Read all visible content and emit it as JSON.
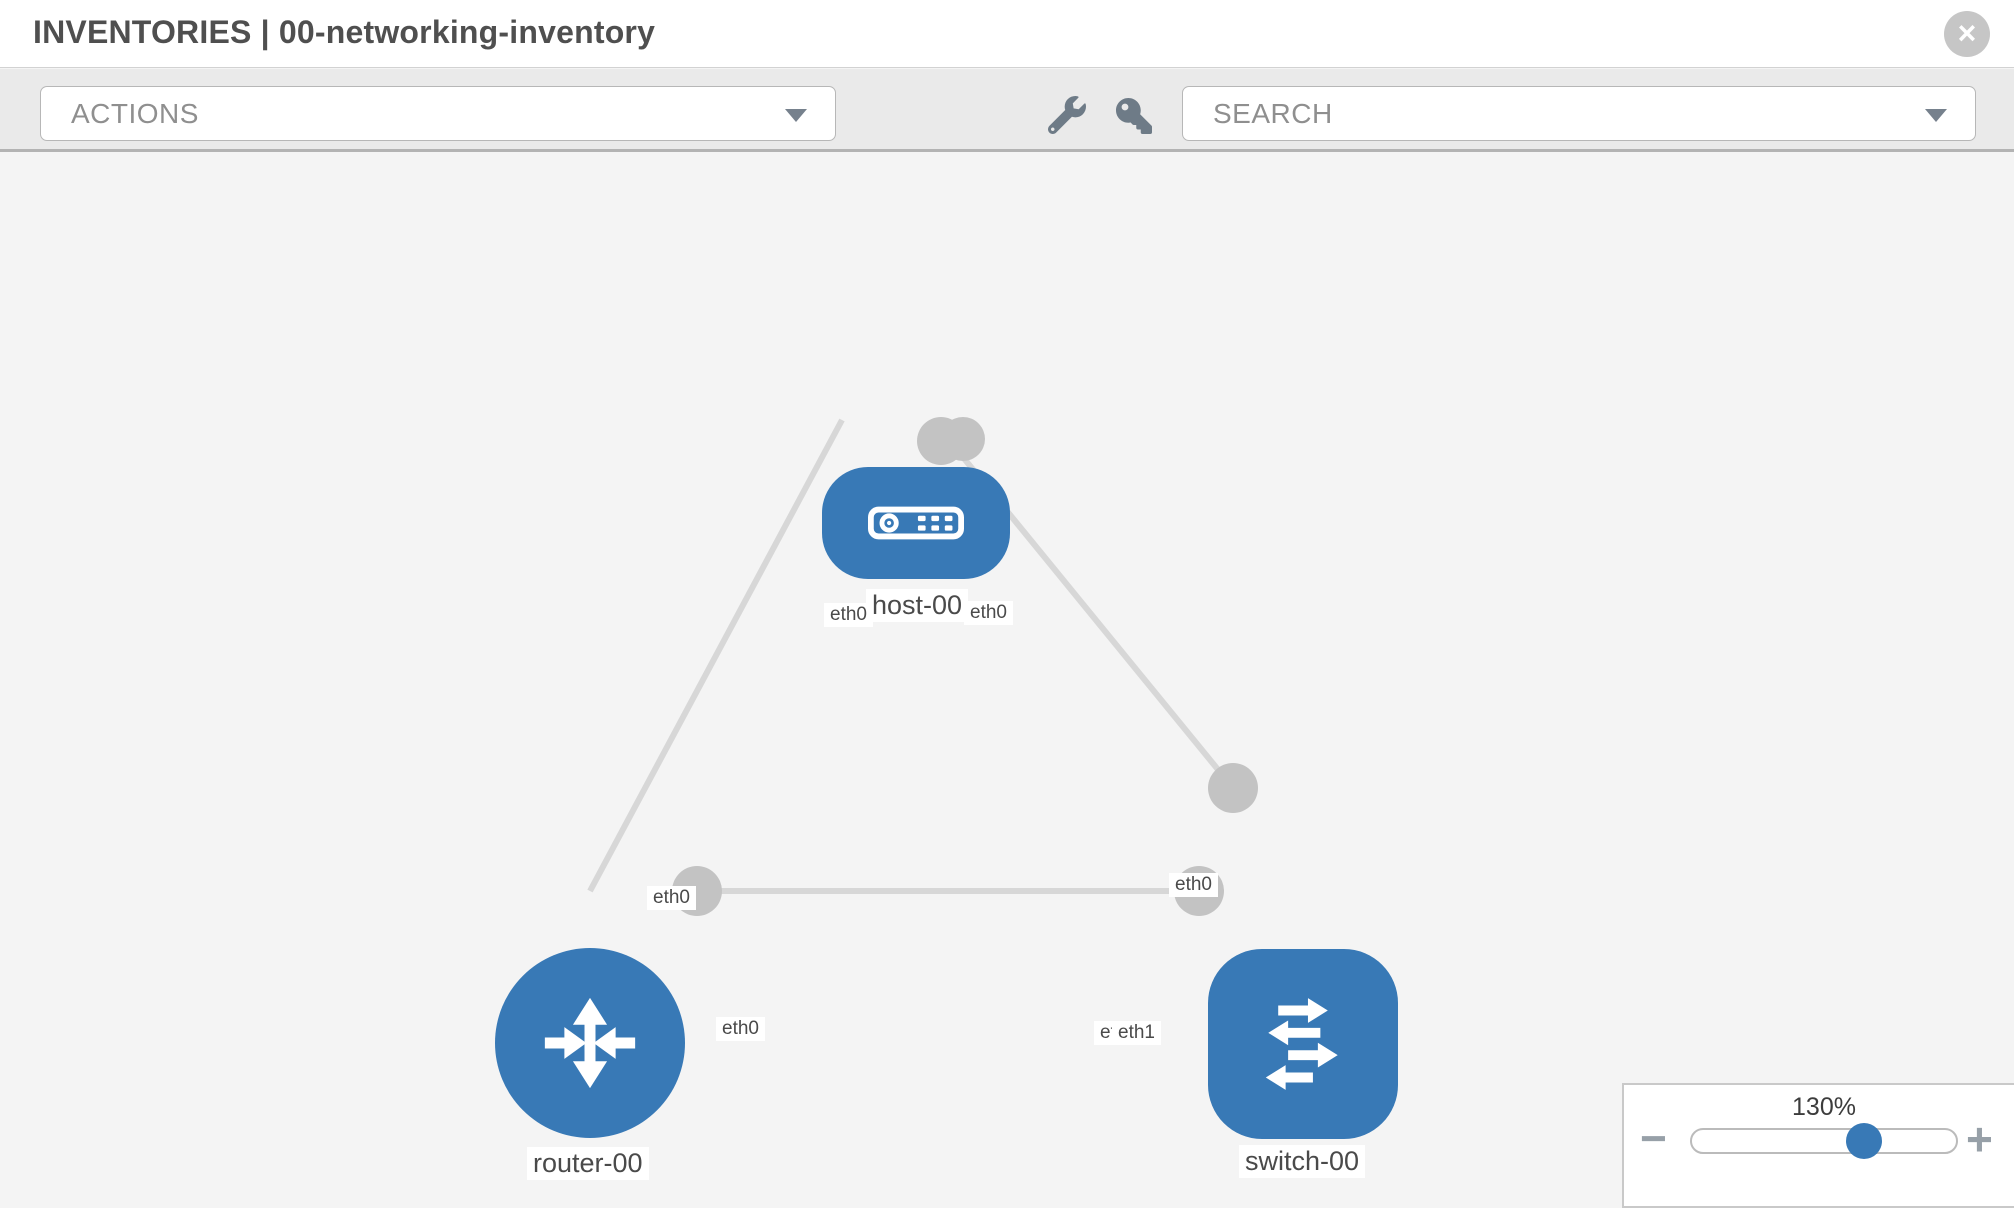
{
  "header": {
    "title": "INVENTORIES | 00-networking-inventory",
    "close_label": "×"
  },
  "toolbar": {
    "actions_label": "ACTIONS",
    "search_placeholder": "SEARCH"
  },
  "topology": {
    "nodes": [
      {
        "label": "host-00",
        "type": "host"
      },
      {
        "label": "router-00",
        "type": "router"
      },
      {
        "label": "switch-00",
        "type": "switch"
      }
    ],
    "links": [
      {
        "from": "router-00",
        "to": "host-00",
        "from_label": "eth0",
        "to_label": "eth0"
      },
      {
        "from": "host-00",
        "to": "switch-00",
        "from_label": "eth0",
        "to_label": "eth0"
      },
      {
        "from": "router-00",
        "to": "switch-00",
        "from_label": "eth0",
        "to_label": "eth1",
        "to_label_overlapped": "eth1"
      }
    ]
  },
  "zoom_control": {
    "level": "130%",
    "minus_label": "−",
    "plus_label": "+"
  },
  "colors": {
    "node_blue": "#3879b6",
    "link_gray": "#d7d7d7",
    "connector_gray": "#c3c3c3",
    "icon_slate": "#6e7b87"
  }
}
